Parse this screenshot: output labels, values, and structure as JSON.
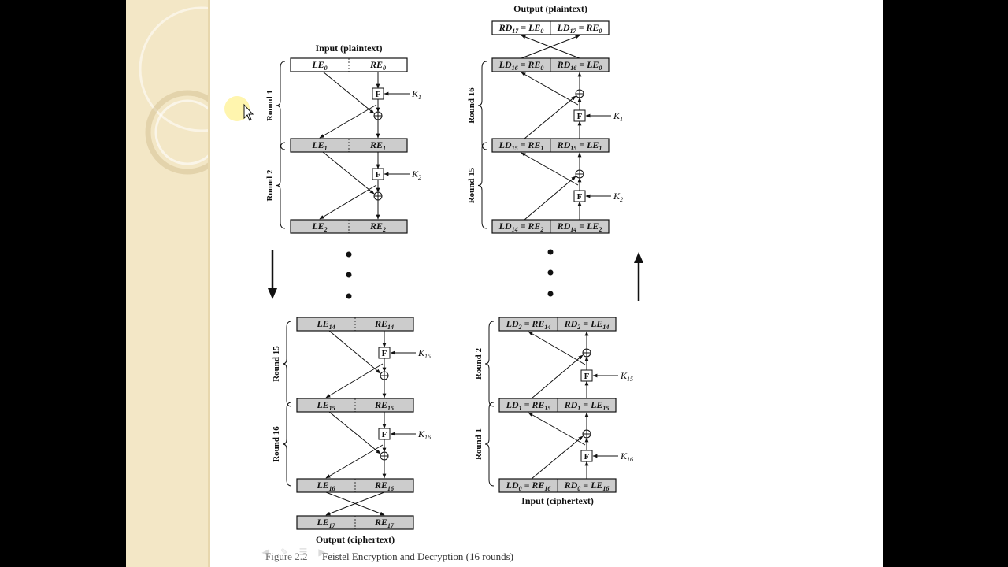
{
  "diagram": {
    "caption": {
      "number": "Figure 2.2",
      "title": "Feistel Encryption and Decryption (16 rounds)"
    },
    "encryption": {
      "input_label": "Input (plaintext)",
      "output_label": "Output (ciphertext)",
      "rows": [
        {
          "left": "LE",
          "left_sub": "0",
          "right": "RE",
          "right_sub": "0"
        },
        {
          "left": "LE",
          "left_sub": "1",
          "right": "RE",
          "right_sub": "1"
        },
        {
          "left": "LE",
          "left_sub": "2",
          "right": "RE",
          "right_sub": "2"
        },
        {
          "left": "LE",
          "left_sub": "14",
          "right": "RE",
          "right_sub": "14"
        },
        {
          "left": "LE",
          "left_sub": "15",
          "right": "RE",
          "right_sub": "15"
        },
        {
          "left": "LE",
          "left_sub": "16",
          "right": "RE",
          "right_sub": "16"
        },
        {
          "left": "LE",
          "left_sub": "17",
          "right": "RE",
          "right_sub": "17"
        }
      ],
      "rounds": [
        "Round 1",
        "Round 2",
        "Round 15",
        "Round 16"
      ],
      "keys": [
        {
          "k": "K",
          "sub": "1"
        },
        {
          "k": "K",
          "sub": "2"
        },
        {
          "k": "K",
          "sub": "15"
        },
        {
          "k": "K",
          "sub": "16"
        }
      ]
    },
    "decryption": {
      "output_label": "Output (plaintext)",
      "input_label": "Input (ciphertext)",
      "rows": [
        {
          "left": "RD",
          "left_sub": "17",
          "left_eq": "LE",
          "left_eq_sub": "0",
          "right": "LD",
          "right_sub": "17",
          "right_eq": "RE",
          "right_eq_sub": "0"
        },
        {
          "left": "LD",
          "left_sub": "16",
          "left_eq": "RE",
          "left_eq_sub": "0",
          "right": "RD",
          "right_sub": "16",
          "right_eq": "LE",
          "right_eq_sub": "0"
        },
        {
          "left": "LD",
          "left_sub": "15",
          "left_eq": "RE",
          "left_eq_sub": "1",
          "right": "RD",
          "right_sub": "15",
          "right_eq": "LE",
          "right_eq_sub": "1"
        },
        {
          "left": "LD",
          "left_sub": "14",
          "left_eq": "RE",
          "left_eq_sub": "2",
          "right": "RD",
          "right_sub": "14",
          "right_eq": "LE",
          "right_eq_sub": "2"
        },
        {
          "left": "LD",
          "left_sub": "2",
          "left_eq": "RE",
          "left_eq_sub": "14",
          "right": "RD",
          "right_sub": "2",
          "right_eq": "LE",
          "right_eq_sub": "14"
        },
        {
          "left": "LD",
          "left_sub": "1",
          "left_eq": "RE",
          "left_eq_sub": "15",
          "right": "RD",
          "right_sub": "1",
          "right_eq": "LE",
          "right_eq_sub": "15"
        },
        {
          "left": "LD",
          "left_sub": "0",
          "left_eq": "RE",
          "left_eq_sub": "16",
          "right": "RD",
          "right_sub": "0",
          "right_eq": "LE",
          "right_eq_sub": "16"
        }
      ],
      "rounds": [
        "Round 16",
        "Round 15",
        "Round 2",
        "Round 1"
      ],
      "keys": [
        {
          "k": "K",
          "sub": "1"
        },
        {
          "k": "K",
          "sub": "2"
        },
        {
          "k": "K",
          "sub": "15"
        },
        {
          "k": "K",
          "sub": "16"
        }
      ]
    },
    "f_label": "F"
  },
  "icons": [
    "cursor-icon",
    "arrow-left-icon",
    "pen-icon",
    "menu-icon",
    "arrow-right-icon"
  ],
  "colors": {
    "shaded_row": "#cccccc",
    "cursor_highlight": "#fff3a0",
    "sidebar": "#f3e7c6"
  }
}
